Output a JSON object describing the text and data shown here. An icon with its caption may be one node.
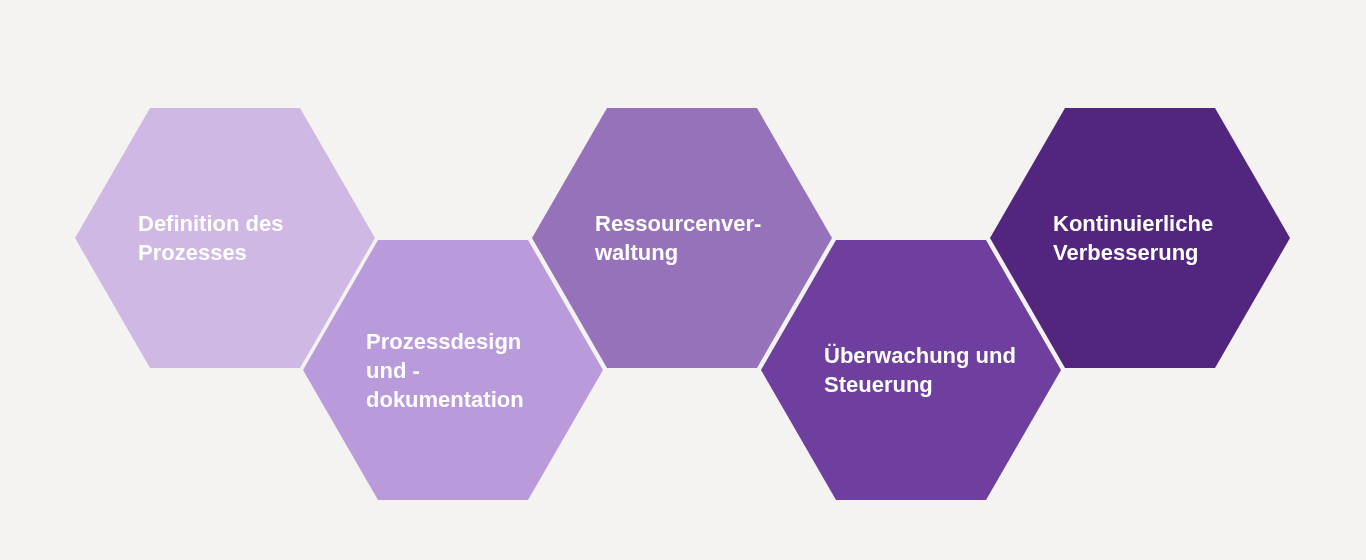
{
  "diagram": {
    "nodes": [
      {
        "text": [
          "Definition des Prozesses"
        ]
      },
      {
        "text": [
          "Prozessdesign und - dokumentation"
        ]
      },
      {
        "text": [
          "Ressourcenver- waltung"
        ]
      },
      {
        "text": [
          "Überwachung und Steuerung"
        ]
      },
      {
        "text": [
          "Kontinuierliche Verbesserung"
        ]
      }
    ]
  }
}
